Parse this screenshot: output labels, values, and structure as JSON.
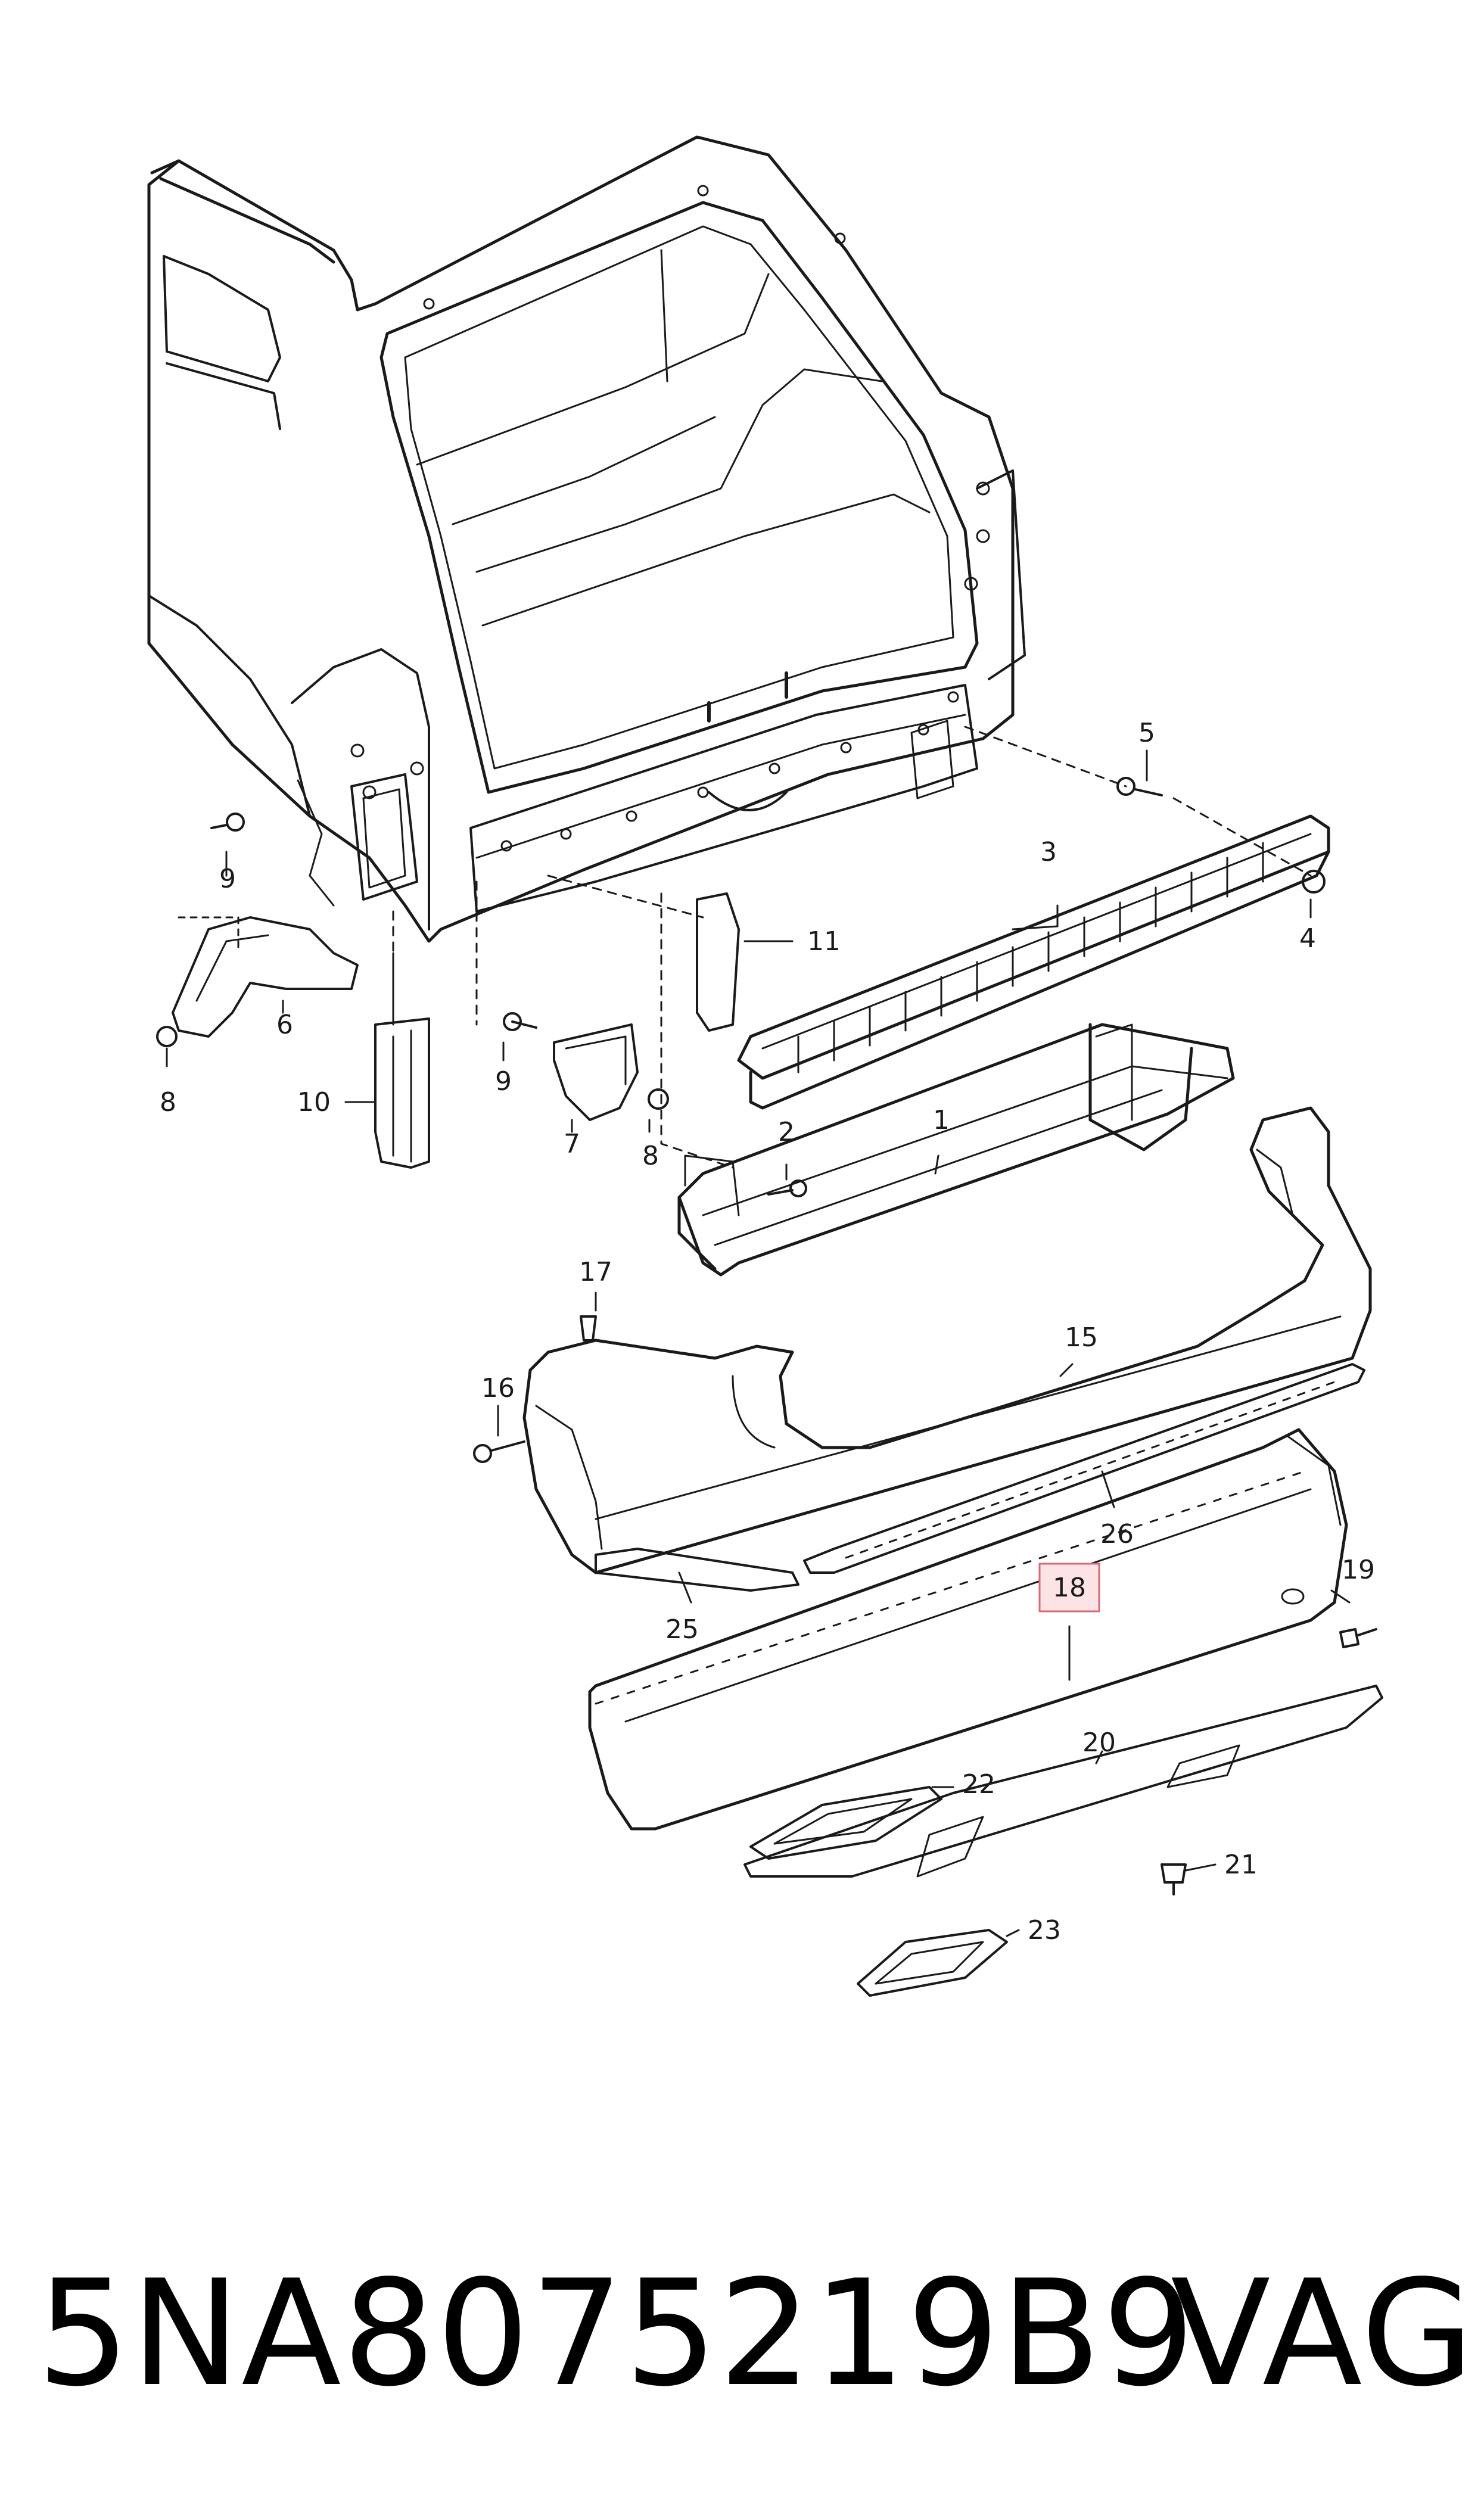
{
  "diagram": {
    "highlighted_label": "18",
    "labels": [
      "1",
      "2",
      "3",
      "4",
      "5",
      "6",
      "7",
      "8",
      "8",
      "9",
      "9",
      "10",
      "11",
      "15",
      "16",
      "17",
      "18",
      "19",
      "20",
      "21",
      "22",
      "23",
      "25",
      "26"
    ]
  },
  "footer": {
    "part_number": "5NA8075219B9",
    "brand": "VAG"
  },
  "colors": {
    "line": "#1a1a1a",
    "highlight_fill": "#fbe3e6",
    "highlight_stroke": "#d46a78"
  }
}
